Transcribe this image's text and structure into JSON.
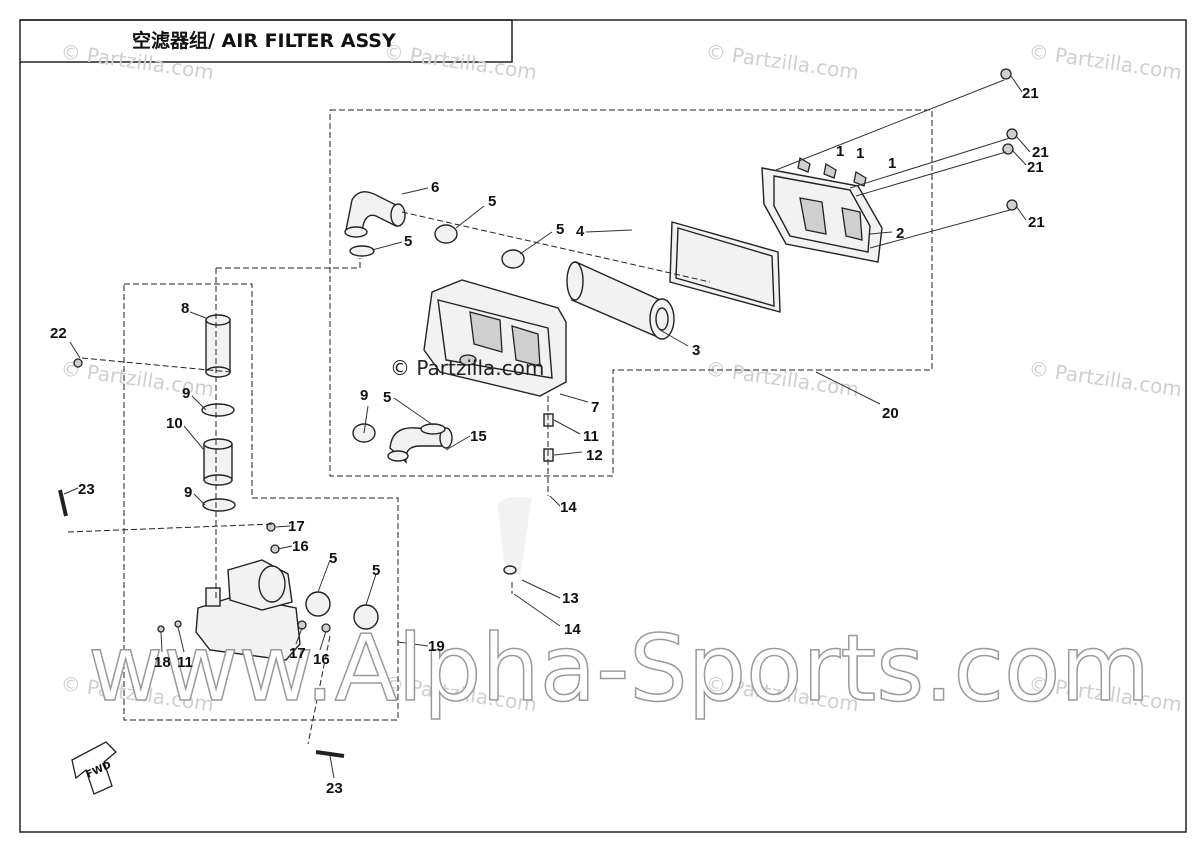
{
  "title": "空滤器组/ AIR FILTER ASSY",
  "watermark_small": "© Partzilla.com",
  "watermark_center": "© Partzilla.com",
  "watermark_large": "www.Alpha-Sports.com",
  "fwd_label": "FWD",
  "callouts": {
    "c1a": "1",
    "c1b": "1",
    "c1c": "1",
    "c2": "2",
    "c3": "3",
    "c4": "4",
    "c5a": "5",
    "c5b": "5",
    "c5c": "5",
    "c5d": "5",
    "c5e": "5",
    "c5f": "5",
    "c6": "6",
    "c7": "7",
    "c8": "8",
    "c9a": "9",
    "c9b": "9",
    "c9c": "9",
    "c10": "10",
    "c11a": "11",
    "c11b": "11",
    "c12": "12",
    "c13": "13",
    "c14a": "14",
    "c14b": "14",
    "c15": "15",
    "c16a": "16",
    "c16b": "16",
    "c17a": "17",
    "c17b": "17",
    "c18": "18",
    "c19": "19",
    "c20": "20",
    "c21a": "21",
    "c21b": "21",
    "c21c": "21",
    "c21d": "21",
    "c22": "22",
    "c23a": "23",
    "c23b": "23"
  }
}
